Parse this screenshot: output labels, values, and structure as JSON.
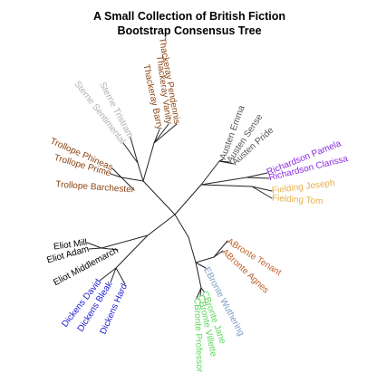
{
  "figure": {
    "title_line1": "A Small Collection of British Fiction",
    "title_line2": "Bootstrap Consensus Tree"
  },
  "leaves": [
    {
      "label": "Thackeray Pendennis",
      "color": "#8B4513"
    },
    {
      "label": "Thackeray Vanity",
      "color": "#8B4513"
    },
    {
      "label": "Thackeray Barry",
      "color": "#8B4513"
    },
    {
      "label": "Sterne Tristram",
      "color": "#B0B0B0"
    },
    {
      "label": "Sterne Sentimental",
      "color": "#B0B0B0"
    },
    {
      "label": "Austen Emma",
      "color": "#555555"
    },
    {
      "label": "Austen Sense",
      "color": "#555555"
    },
    {
      "label": "Austen Pride",
      "color": "#555555"
    },
    {
      "label": "Richardson Pamela",
      "color": "#8A2BE2"
    },
    {
      "label": "Richardson Clarissa",
      "color": "#8A2BE2"
    },
    {
      "label": "Fielding Joseph",
      "color": "#E6B04A"
    },
    {
      "label": "Fielding Tom",
      "color": "#E6B04A"
    },
    {
      "label": "Trollope Phineas",
      "color": "#8B4513"
    },
    {
      "label": "Trollope Prime",
      "color": "#8B4513"
    },
    {
      "label": "Trollope Barchester",
      "color": "#8B4513"
    },
    {
      "label": "Eliot Mill",
      "color": "#000000"
    },
    {
      "label": "Eliot Adam",
      "color": "#000000"
    },
    {
      "label": "Eliot Middlemarch",
      "color": "#000000"
    },
    {
      "label": "Dickens David",
      "color": "#1C1CD0"
    },
    {
      "label": "Dickens Bleak",
      "color": "#1C1CD0"
    },
    {
      "label": "Dickens Hard",
      "color": "#1C1CD0"
    },
    {
      "label": "ABronte Tenant",
      "color": "#C0642A"
    },
    {
      "label": "ABronte Agnes",
      "color": "#C0642A"
    },
    {
      "label": "EBronte Wuthering",
      "color": "#7A9CC6"
    },
    {
      "label": "CBronte Jane",
      "color": "#5CD65C"
    },
    {
      "label": "CBronte Villette",
      "color": "#5CD65C"
    },
    {
      "label": "CBronte Professor",
      "color": "#5CD65C"
    }
  ]
}
